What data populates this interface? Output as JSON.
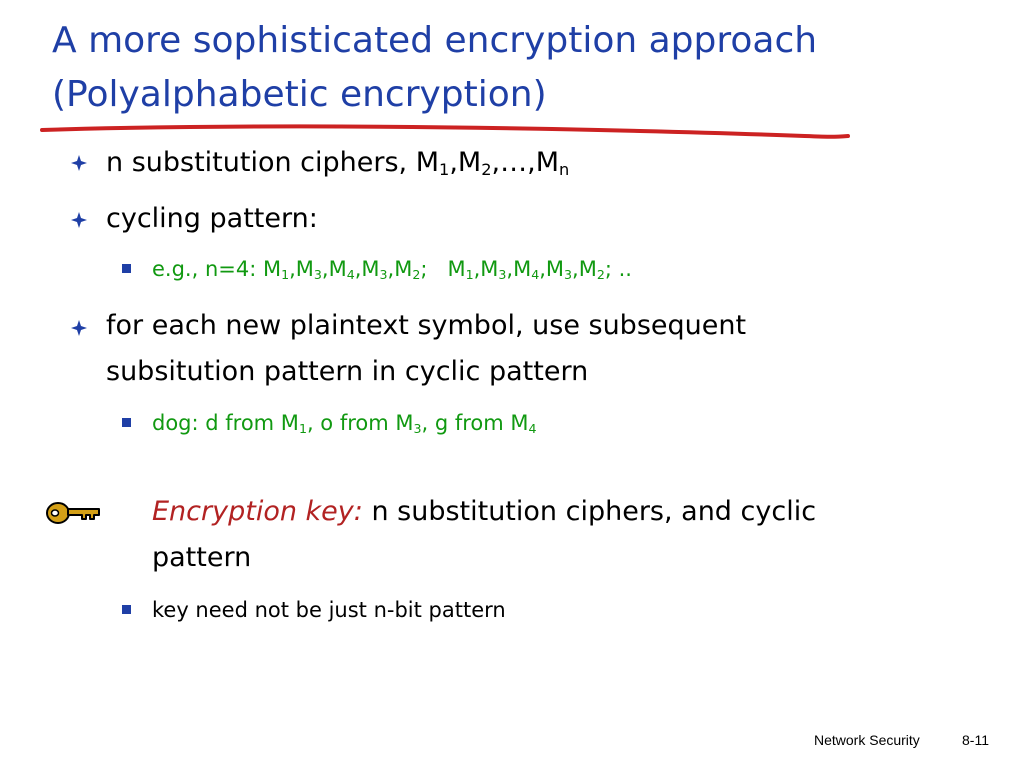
{
  "slide": {
    "title_line1": "A more sophisticated encryption approach",
    "title_line2": "(Polyalphabetic encryption)",
    "b1": {
      "text": "n substitution ciphers, M",
      "sub1": "1",
      "sep1": ",M",
      "sub2": "2",
      "sep2": ",…,M",
      "subn": "n"
    },
    "b2": {
      "text": "cycling pattern:"
    },
    "b2a": {
      "prefix": "e.g., n=4: M",
      "s1": "1",
      "t1": ",M",
      "s2": "3",
      "t2": ",M",
      "s3": "4",
      "t3": ",M",
      "s4": "3",
      "t4": ",M",
      "s5": "2",
      "mid": ";   M",
      "s6": "1",
      "t6": ",M",
      "s7": "3",
      "t7": ",M",
      "s8": "4",
      "t8": ",M",
      "s9": "3",
      "t9": ",M",
      "s10": "2",
      "end": "; .."
    },
    "b3": {
      "line1": "for each new plaintext symbol, use subsequent",
      "line2": "subsitution pattern in cyclic pattern"
    },
    "b3a": {
      "p1": "dog: d from M",
      "s1": "1",
      "p2": ", o from M",
      "s2": "3",
      "p3": ", g from M",
      "s3": "4"
    },
    "key": {
      "label": "Encryption key:",
      "line1": " n substitution ciphers, and cyclic",
      "line2": "pattern"
    },
    "keysub": {
      "text": "key need not be just n-bit pattern"
    },
    "footer": {
      "left": "Network Security",
      "right": "8-11"
    }
  },
  "colors": {
    "title": "#1f3fa6",
    "underline": "#cc2222",
    "green": "#119911",
    "key_italic": "#b22222",
    "key_icon": "#d4a017"
  }
}
